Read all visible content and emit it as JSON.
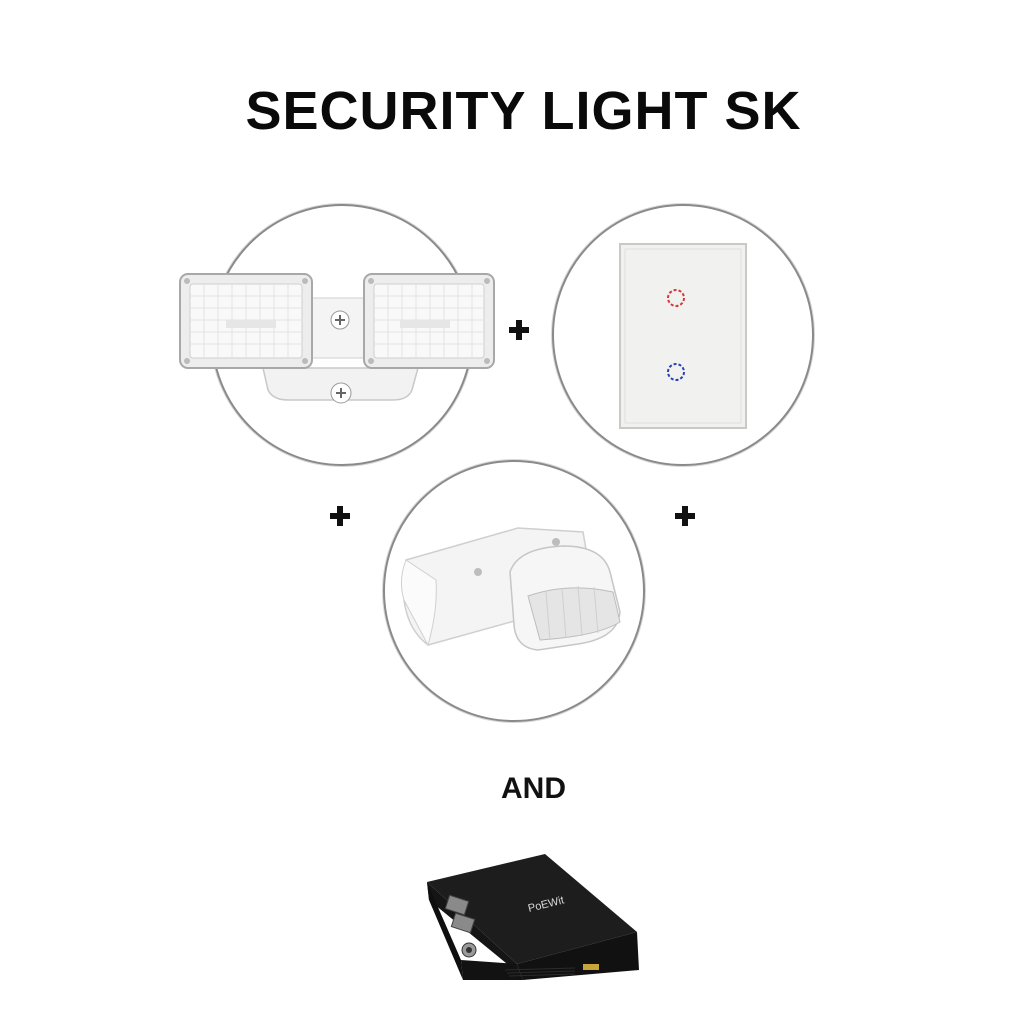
{
  "header": {
    "title": "SECURITY LIGHT SK"
  },
  "connector": {
    "and_label": "AND"
  },
  "products": {
    "injector_brand": "PoEWit"
  }
}
